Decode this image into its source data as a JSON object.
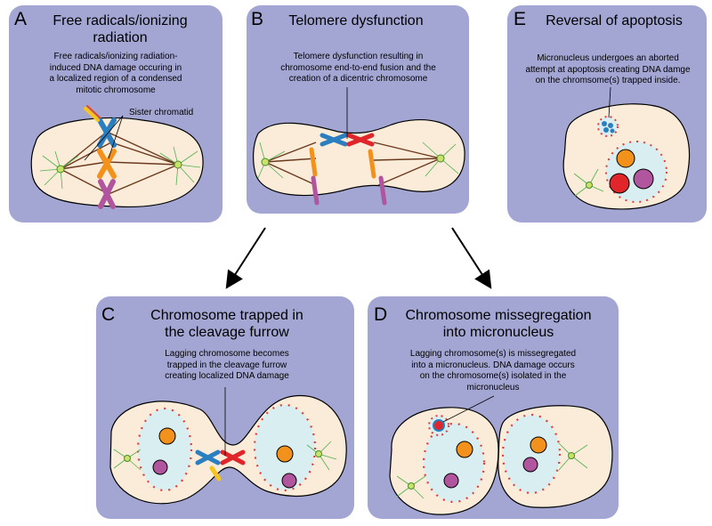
{
  "panels": {
    "a": {
      "letter": "A",
      "title": "Free radicals/ionizing\nradiation",
      "description": "Free radicals/ionizing radiation-\ninduced DNA damage occuring in\na localized region of a condensed\nmitotic chromosome",
      "label": "Sister chromatid"
    },
    "b": {
      "letter": "B",
      "title": "Telomere dysfunction",
      "description": "Telomere dysfunction resulting in\nchromosome end-to-end fusion and the\ncreation of a dicentric chromosome"
    },
    "e": {
      "letter": "E",
      "title": "Reversal of apoptosis",
      "description": "Micronucleus undergoes an aborted\nattempt at apoptosis creating DNA damge\non the chromsome(s) trapped inside."
    },
    "c": {
      "letter": "C",
      "title": "Chromosome trapped in\nthe cleavage furrow",
      "description": "Lagging chromosome becomes\ntrapped in the cleavage furrow\ncreating localized DNA damage"
    },
    "d": {
      "letter": "D",
      "title": "Chromosome missegregation\ninto micronucleus",
      "description": "Lagging chromosome(s) is missegregated\ninto a micronucleus. DNA damage occurs\non the chromosome(s) isolated in the\nmicronucleus"
    }
  },
  "colors": {
    "panel": "#a3a6d3",
    "cell": "#fbebd9",
    "nucleus": "#d9eef0",
    "envelope_bead": "#e23b3b",
    "chromosome_blue": "#2b7fc0",
    "chromosome_orange": "#f2921c",
    "chromosome_purple": "#b0559e",
    "chromosome_red": "#e0262a",
    "spindle": "#6b3a1e",
    "aster": "#4db34d"
  },
  "icons": [
    "arrow-down-left-icon",
    "arrow-down-right-icon"
  ]
}
